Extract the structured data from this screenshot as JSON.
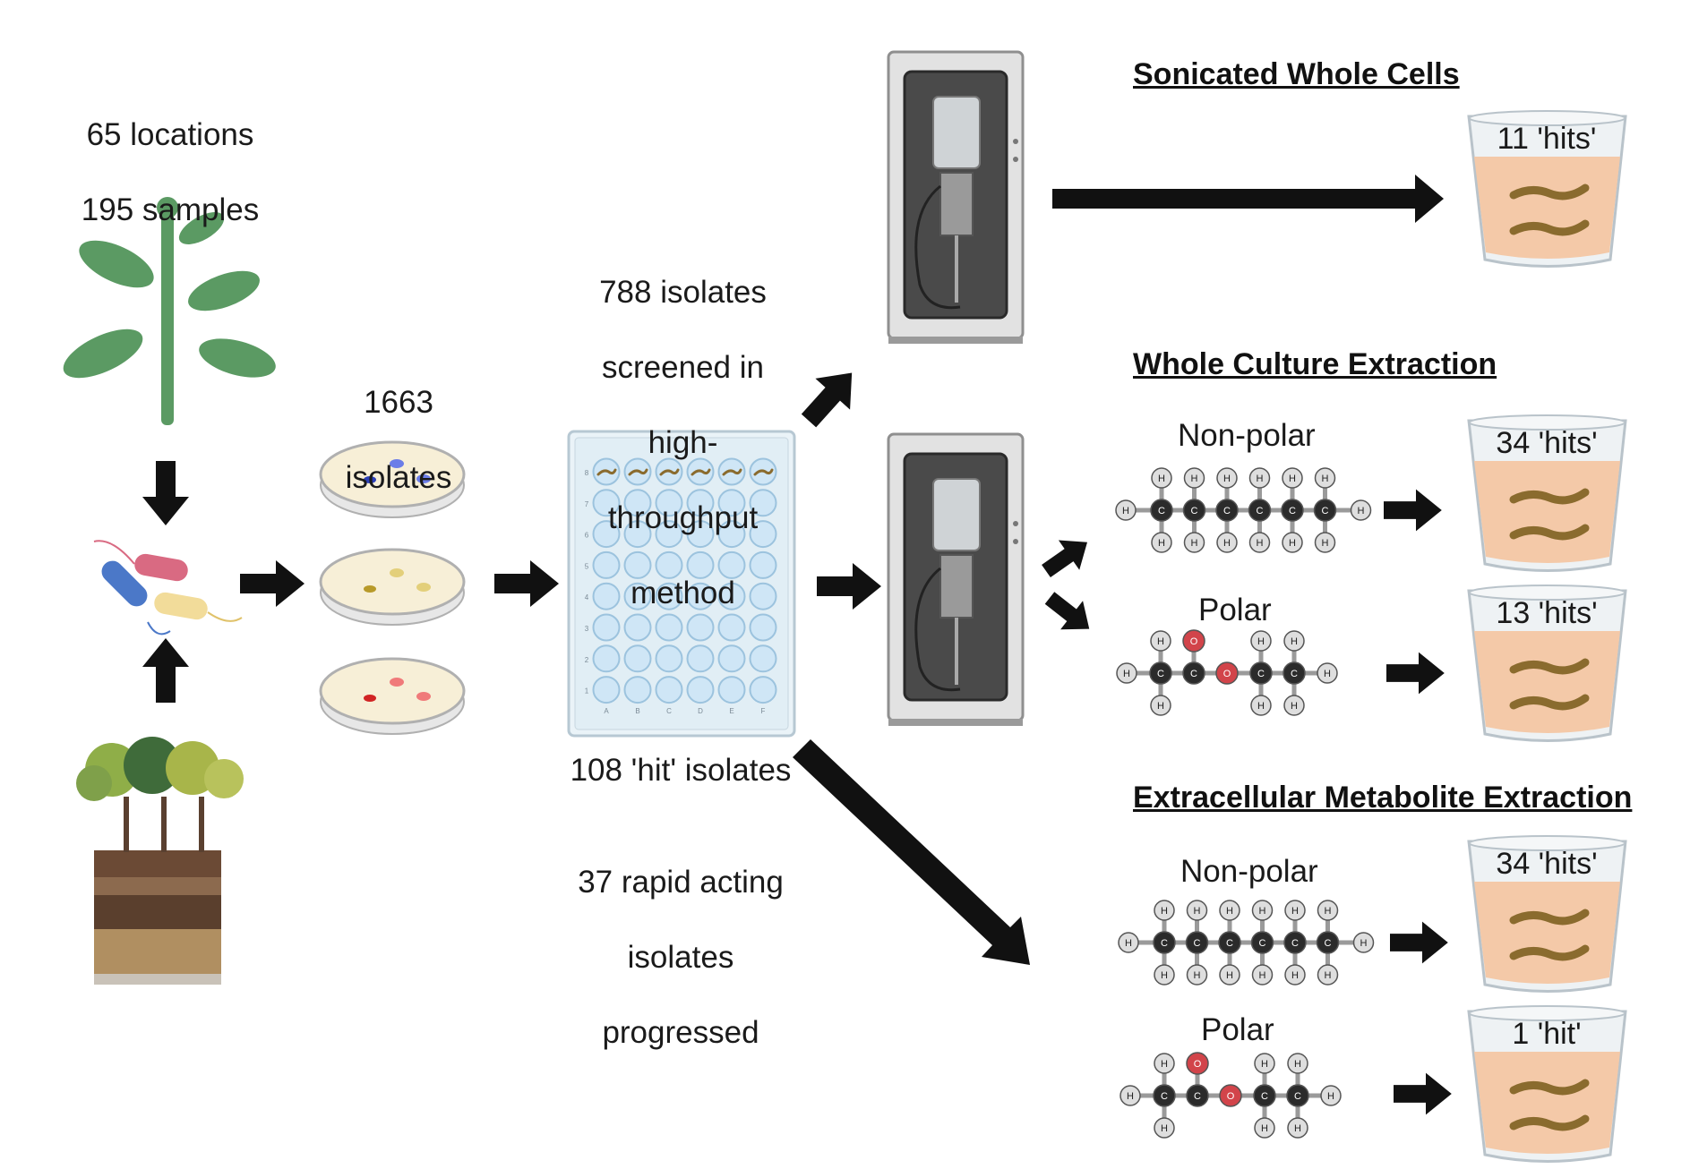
{
  "source": {
    "locations": "65 locations",
    "samples": "195 samples"
  },
  "isolates": {
    "count": "1663",
    "label": "isolates"
  },
  "screening": {
    "line1": "788 isolates",
    "line2": "screened in",
    "line3": "high-",
    "line4": "throughput",
    "line5": "method"
  },
  "hit_isolates": "108 'hit' isolates",
  "progressed": {
    "line1": "37 rapid acting",
    "line2": "isolates",
    "line3": "progressed"
  },
  "plate": {
    "rows": [
      "8",
      "7",
      "6",
      "5",
      "4",
      "3",
      "2",
      "1"
    ],
    "cols": [
      "A",
      "B",
      "C",
      "D",
      "E",
      "F"
    ]
  },
  "branches": {
    "sonicated": {
      "title": "Sonicated Whole Cells",
      "hits": "11 'hits'"
    },
    "whole_culture": {
      "title": "Whole Culture Extraction",
      "nonpolar": {
        "label": "Non-polar",
        "hits": "34 'hits'"
      },
      "polar": {
        "label": "Polar",
        "hits": "13 'hits'"
      }
    },
    "extracellular": {
      "title": "Extracellular Metabolite Extraction",
      "nonpolar": {
        "label": "Non-polar",
        "hits": "34 'hits'"
      },
      "polar": {
        "label": "Polar",
        "hits": "1 'hit'"
      }
    }
  },
  "atoms": {
    "hydrogen": "H",
    "carbon": "C",
    "oxygen": "O"
  },
  "colors": {
    "arrow": "#111111",
    "plant": "#5b9a63",
    "soil": "#6b4a35",
    "plate_well": "#cfe6f6",
    "cup_liquid": "#f4c9a8",
    "carbon_atom": "#2b2b2b",
    "oxygen_atom": "#d2444a",
    "hydrogen_atom": "#dedede"
  }
}
